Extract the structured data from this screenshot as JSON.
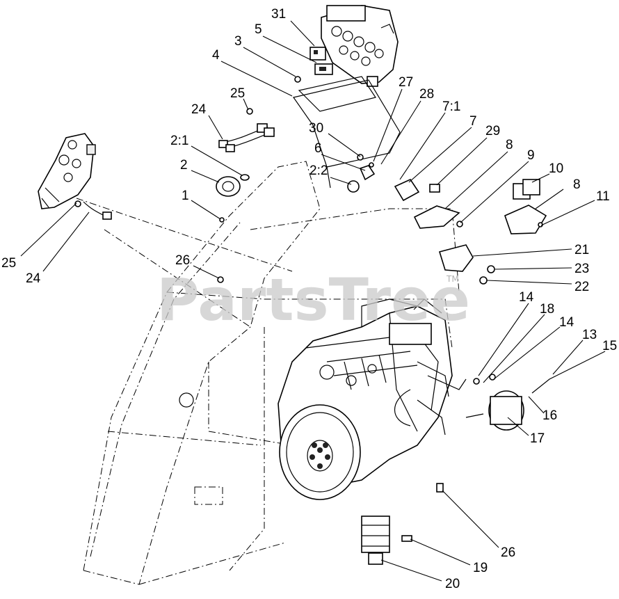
{
  "watermark": {
    "text": "PartsTree",
    "trademark": "TM"
  },
  "callouts": [
    {
      "id": "c31",
      "text": "31"
    },
    {
      "id": "c5",
      "text": "5"
    },
    {
      "id": "c3",
      "text": "3"
    },
    {
      "id": "c4",
      "text": "4"
    },
    {
      "id": "c25a",
      "text": "25"
    },
    {
      "id": "c24a",
      "text": "24"
    },
    {
      "id": "c2_1",
      "text": "2:1"
    },
    {
      "id": "c2",
      "text": "2"
    },
    {
      "id": "c1",
      "text": "1"
    },
    {
      "id": "c27",
      "text": "27"
    },
    {
      "id": "c28",
      "text": "28"
    },
    {
      "id": "c7_1",
      "text": "7:1"
    },
    {
      "id": "c7",
      "text": "7"
    },
    {
      "id": "c30",
      "text": "30"
    },
    {
      "id": "c29",
      "text": "29"
    },
    {
      "id": "c6",
      "text": "6"
    },
    {
      "id": "c8a",
      "text": "8"
    },
    {
      "id": "c2_2",
      "text": "2:2"
    },
    {
      "id": "c9",
      "text": "9"
    },
    {
      "id": "c10",
      "text": "10"
    },
    {
      "id": "c8b",
      "text": "8"
    },
    {
      "id": "c11",
      "text": "11"
    },
    {
      "id": "c25b",
      "text": "25"
    },
    {
      "id": "c24b",
      "text": "24"
    },
    {
      "id": "c26a",
      "text": "26"
    },
    {
      "id": "c21",
      "text": "21"
    },
    {
      "id": "c23",
      "text": "23"
    },
    {
      "id": "c22",
      "text": "22"
    },
    {
      "id": "c14a",
      "text": "14"
    },
    {
      "id": "c18",
      "text": "18"
    },
    {
      "id": "c14b",
      "text": "14"
    },
    {
      "id": "c13",
      "text": "13"
    },
    {
      "id": "c15",
      "text": "15"
    },
    {
      "id": "c16",
      "text": "16"
    },
    {
      "id": "c17",
      "text": "17"
    },
    {
      "id": "c26b",
      "text": "26"
    },
    {
      "id": "c19",
      "text": "19"
    },
    {
      "id": "c20",
      "text": "20"
    }
  ]
}
